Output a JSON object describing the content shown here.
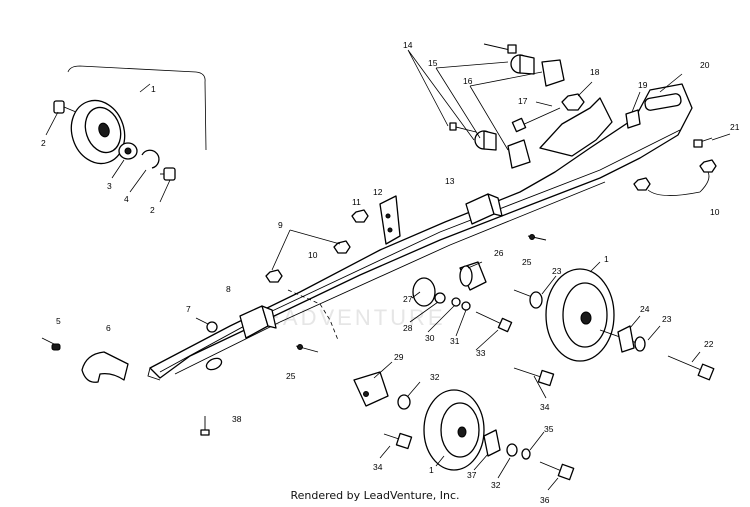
{
  "callouts": {
    "c1a": "1",
    "c1b": "1",
    "c1c": "1",
    "c2a": "2",
    "c2b": "2",
    "c3": "3",
    "c4": "4",
    "c5": "5",
    "c6": "6",
    "c7": "7",
    "c8": "8",
    "c9": "9",
    "c10a": "10",
    "c10b": "10",
    "c11": "11",
    "c12": "12",
    "c13": "13",
    "c14": "14",
    "c15": "15",
    "c16": "16",
    "c17": "17",
    "c18": "18",
    "c19": "19",
    "c20": "20",
    "c21": "21",
    "c22": "22",
    "c23a": "23",
    "c23b": "23",
    "c24": "24",
    "c25a": "25",
    "c25b": "25",
    "c26": "26",
    "c27": "27",
    "c28": "28",
    "c29": "29",
    "c30": "30",
    "c31": "31",
    "c32a": "32",
    "c32b": "32",
    "c33": "33",
    "c34a": "34",
    "c34b": "34",
    "c35": "35",
    "c36": "36",
    "c37": "37",
    "c38": "38"
  },
  "watermark": "LEADVENTURE",
  "footer": "Rendered by LeadVenture, Inc."
}
